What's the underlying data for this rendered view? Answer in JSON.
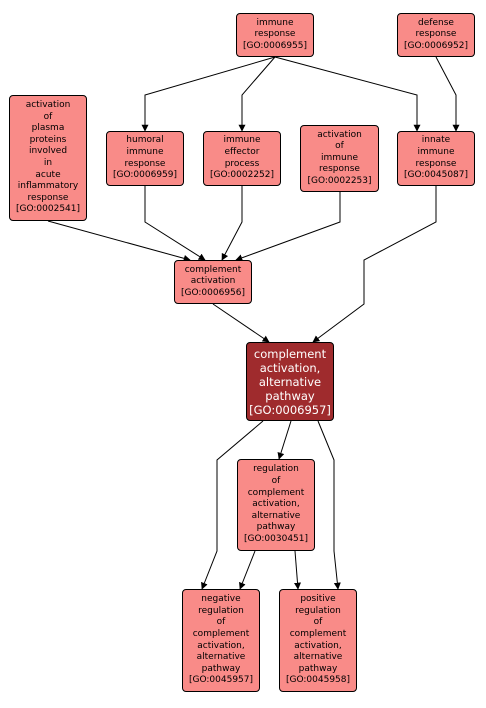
{
  "nodes": {
    "immune_response": {
      "label": "immune\nresponse",
      "id": "[GO:0006955]"
    },
    "defense_response": {
      "label": "defense\nresponse",
      "id": "[GO:0006952]"
    },
    "activation_plasma": {
      "label": "activation\nof\nplasma\nproteins\ninvolved\nin\nacute\ninflammatory\nresponse",
      "id": "[GO:0002541]"
    },
    "humoral": {
      "label": "humoral\nimmune\nresponse",
      "id": "[GO:0006959]"
    },
    "effector": {
      "label": "immune\neffector\nprocess",
      "id": "[GO:0002252]"
    },
    "activation_immune": {
      "label": "activation\nof\nimmune\nresponse",
      "id": "[GO:0002253]"
    },
    "innate": {
      "label": "innate\nimmune\nresponse",
      "id": "[GO:0045087]"
    },
    "complement": {
      "label": "complement\nactivation",
      "id": "[GO:0006956]"
    },
    "alternative": {
      "label": "complement\nactivation,\nalternative\npathway",
      "id": "[GO:0006957]"
    },
    "regulation": {
      "label": "regulation\nof\ncomplement\nactivation,\nalternative\npathway",
      "id": "[GO:0030451]"
    },
    "negative": {
      "label": "negative\nregulation\nof\ncomplement\nactivation,\nalternative\npathway",
      "id": "[GO:0045957]"
    },
    "positive": {
      "label": "positive\nregulation\nof\ncomplement\nactivation,\nalternative\npathway",
      "id": "[GO:0045958]"
    }
  },
  "edges": [
    {
      "from": "immune_response",
      "to": "humoral"
    },
    {
      "from": "immune_response",
      "to": "effector"
    },
    {
      "from": "immune_response",
      "to": "innate"
    },
    {
      "from": "defense_response",
      "to": "innate"
    },
    {
      "from": "activation_plasma",
      "to": "complement"
    },
    {
      "from": "humoral",
      "to": "complement"
    },
    {
      "from": "effector",
      "to": "complement"
    },
    {
      "from": "activation_immune",
      "to": "complement"
    },
    {
      "from": "complement",
      "to": "alternative"
    },
    {
      "from": "innate",
      "to": "alternative"
    },
    {
      "from": "alternative",
      "to": "regulation"
    },
    {
      "from": "alternative",
      "to": "negative"
    },
    {
      "from": "alternative",
      "to": "positive"
    },
    {
      "from": "regulation",
      "to": "negative"
    },
    {
      "from": "regulation",
      "to": "positive"
    }
  ],
  "colors": {
    "node_fill": "#f98b88",
    "focus_fill": "#9f2b2d",
    "focus_text": "#ffffff",
    "edge": "#000000"
  }
}
